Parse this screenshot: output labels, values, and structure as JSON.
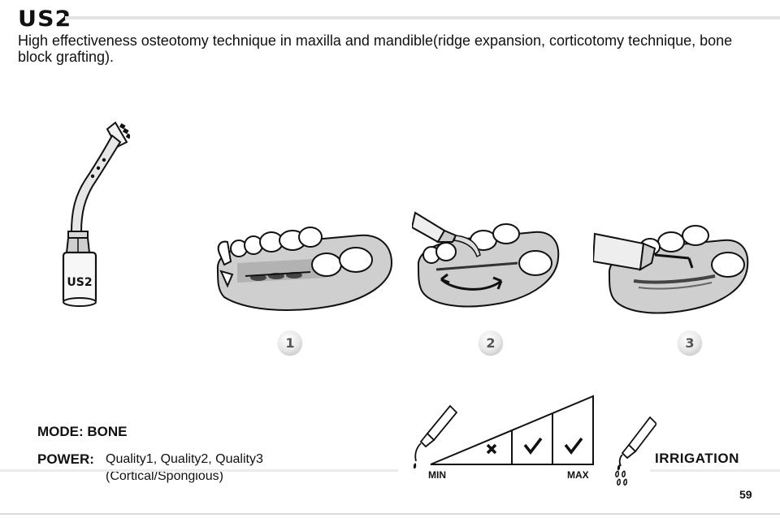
{
  "header": {
    "title": "US2",
    "description": "High effectiveness osteotomy technique in maxilla and mandible(ridge expansion, corticotomy technique, bone block grafting)."
  },
  "instrument": {
    "tip_label": "US2",
    "icon": "ultrasonic-tip-icon"
  },
  "steps": [
    {
      "number": "1",
      "icon": "jaw-osteotomy-step-1-icon"
    },
    {
      "number": "2",
      "icon": "jaw-ridge-expansion-step-2-icon"
    },
    {
      "number": "3",
      "icon": "jaw-bone-block-step-3-icon"
    }
  ],
  "settings": {
    "mode_label": "MODE: BONE",
    "power_label": "POWER:",
    "power_value": "Quality1,  Quality2,  Quality3",
    "power_sub": "(Cortical/Spongious)"
  },
  "power_chart": {
    "min_label": "MIN",
    "max_label": "MAX",
    "levels": [
      {
        "mark": "none"
      },
      {
        "mark": "cross"
      },
      {
        "mark": "check"
      },
      {
        "mark": "check"
      }
    ]
  },
  "irrigation": {
    "label": "IRRIGATION",
    "icon": "irrigation-drops-icon"
  },
  "page": {
    "number": "59"
  }
}
